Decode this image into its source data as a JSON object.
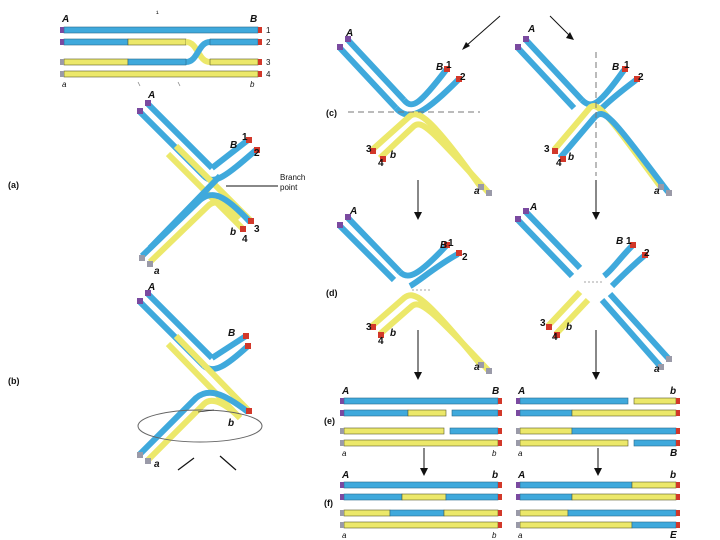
{
  "panels": {
    "a": "(a)",
    "b": "(b)",
    "c": "(c)",
    "d": "(d)",
    "e": "(e)",
    "f": "(f)"
  },
  "branch_point": {
    "line1": "Branch",
    "line2": "point"
  },
  "top": {
    "tick": "¹",
    "A": "A",
    "B": "B",
    "a": "a",
    "b": "b",
    "n1": "1",
    "n2": "2",
    "n3": "3",
    "n4": "4"
  },
  "strand_labels": {
    "A": "A",
    "B": "B",
    "a": "a",
    "b": "b",
    "n1": "1",
    "n2": "2",
    "n3": "3",
    "n4": "4"
  },
  "bottom_right_e": {
    "A": "A",
    "b": "b",
    "a": "a",
    "B": "B"
  },
  "bottom_right_f": {
    "A": "A",
    "b": "b",
    "a": "a",
    "B": "E"
  },
  "colors": {
    "blue": "#3fa9dc",
    "yellow": "#ece86a",
    "outline": "#5a5a2a",
    "red_end": "#d2382a",
    "purple_end": "#7a4aa0",
    "gray_end": "#9a9aa8"
  }
}
